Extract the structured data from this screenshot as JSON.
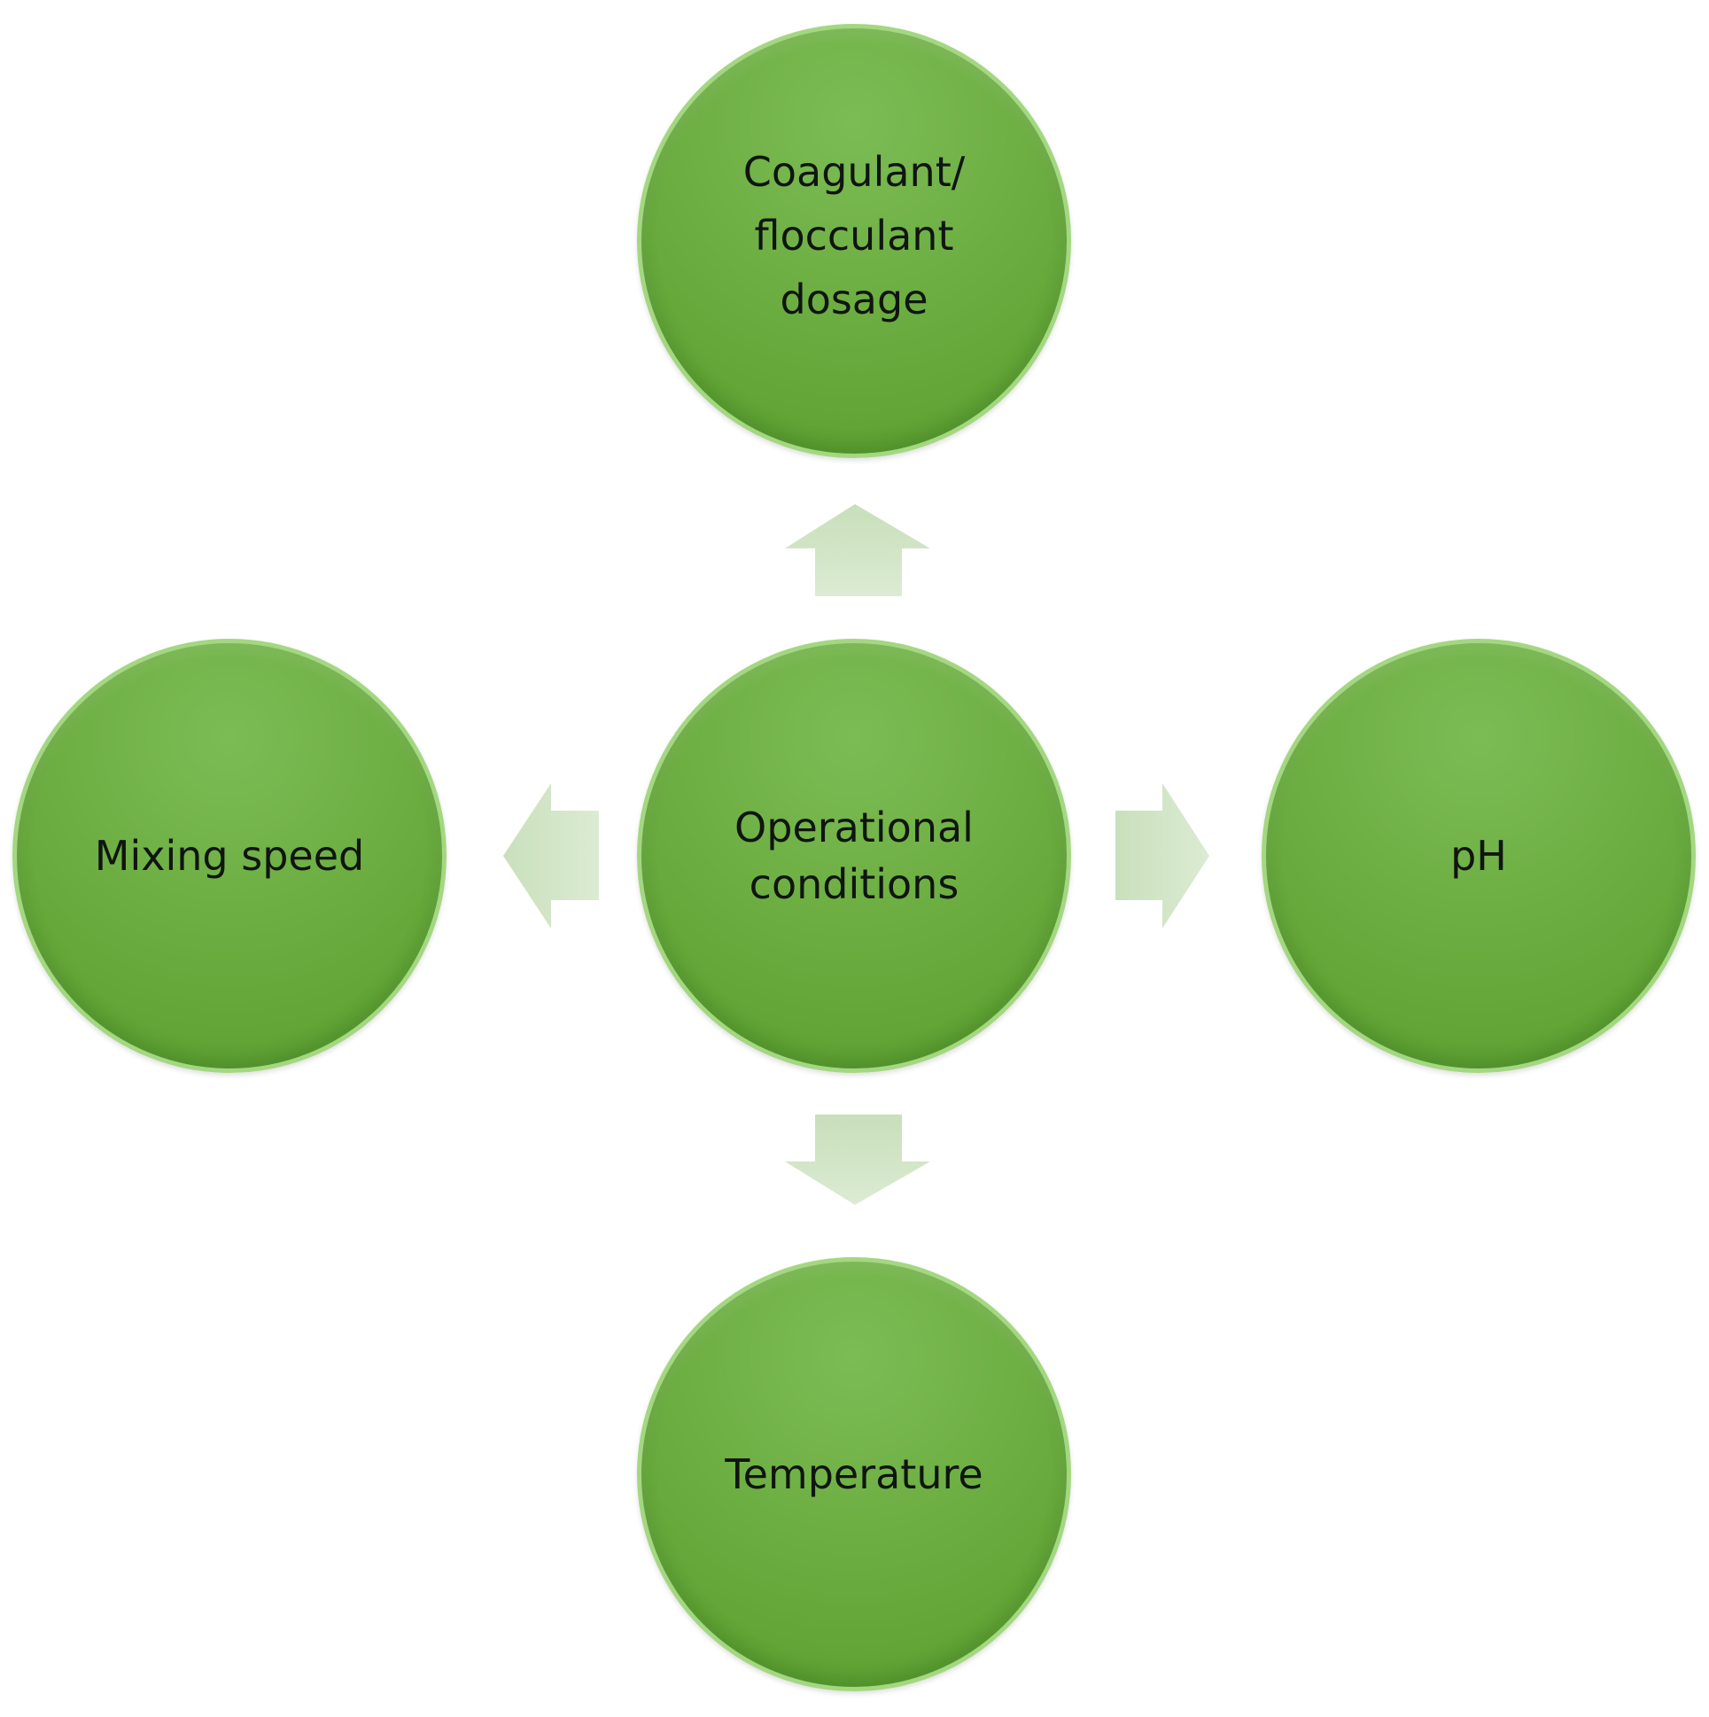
{
  "diagram": {
    "center": {
      "label": "Operational\nconditions"
    },
    "top": {
      "label": "Coagulant/\nflocculant\ndosage"
    },
    "left": {
      "label": "Mixing speed"
    },
    "right": {
      "label": "pH"
    },
    "bottom": {
      "label": "Temperature"
    }
  },
  "colors": {
    "node_fill": "#6aab3f",
    "node_border": "#a4d781",
    "arrow_fill": "#d3e6c9",
    "text": "#101510"
  }
}
